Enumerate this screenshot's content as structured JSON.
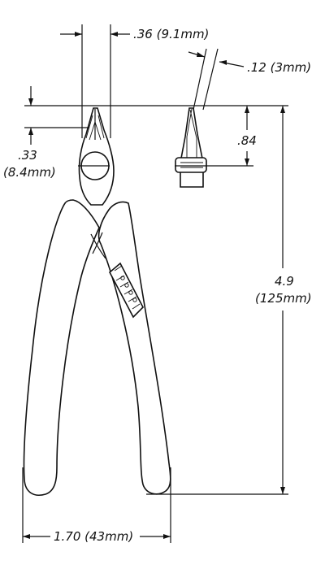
{
  "dimensions": {
    "jaw_width": ".36  (9.1mm)",
    "jaw_thickness": ".12  (3mm)",
    "cutting_edge_length": ".33",
    "cutting_edge_length_metric": "(8.4mm)",
    "pivot_offset": ".84",
    "overall_length": "4.9",
    "overall_length_metric": "(125mm)",
    "handle_spread": "1.70  (43mm)"
  },
  "colors": {
    "line": "#111111",
    "background": "#ffffff"
  }
}
